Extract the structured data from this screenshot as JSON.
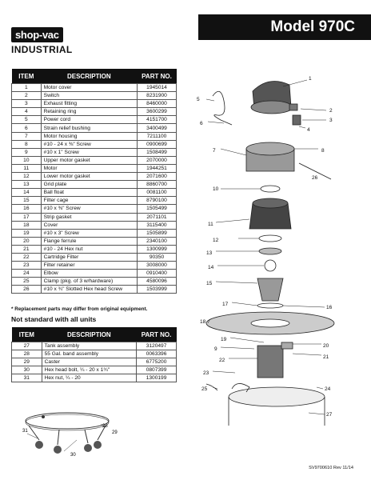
{
  "brand": {
    "logo": "shop-vac",
    "sub": "INDUSTRIAL"
  },
  "model_title": "Model 970C",
  "headers": {
    "item": "ITEM",
    "description": "DESCRIPTION",
    "part_no": "PART NO."
  },
  "parts": [
    {
      "item": "1",
      "desc": "Motor cover",
      "part": "1945014"
    },
    {
      "item": "2",
      "desc": "Switch",
      "part": "8231900"
    },
    {
      "item": "3",
      "desc": "Exhaust fitting",
      "part": "8460000"
    },
    {
      "item": "4",
      "desc": "Retaining ring",
      "part": "3600299"
    },
    {
      "item": "5",
      "desc": "Power cord",
      "part": "4151700"
    },
    {
      "item": "6",
      "desc": "Strain relief bushing",
      "part": "3400499"
    },
    {
      "item": "7",
      "desc": "Motor housing",
      "part": "7211100"
    },
    {
      "item": "8",
      "desc": "#10 - 24 x ⅜\" Screw",
      "part": "0900699"
    },
    {
      "item": "9",
      "desc": "#10 x 1\" Screw",
      "part": "1508499"
    },
    {
      "item": "10",
      "desc": "Upper motor gasket",
      "part": "2070000"
    },
    {
      "item": "11",
      "desc": "Motor",
      "part": "1944251"
    },
    {
      "item": "12",
      "desc": "Lower motor gasket",
      "part": "2071600"
    },
    {
      "item": "13",
      "desc": "Grid plate",
      "part": "8860700"
    },
    {
      "item": "14",
      "desc": "Ball float",
      "part": "0081100"
    },
    {
      "item": "15",
      "desc": "Filter cage",
      "part": "8790100"
    },
    {
      "item": "16",
      "desc": "#10 x ⅜\" Screw",
      "part": "1505499"
    },
    {
      "item": "17",
      "desc": "Strip gasket",
      "part": "2071101"
    },
    {
      "item": "18",
      "desc": "Cover",
      "part": "3115400"
    },
    {
      "item": "19",
      "desc": "#10 x 3\" Screw",
      "part": "1505899"
    },
    {
      "item": "20",
      "desc": "Flange ferrule",
      "part": "2340100"
    },
    {
      "item": "21",
      "desc": "#10 - 24 Hex nut",
      "part": "1300999"
    },
    {
      "item": "22",
      "desc": "Cartridge Filter",
      "part": "90350"
    },
    {
      "item": "23",
      "desc": "Filter retainer",
      "part": "3008000"
    },
    {
      "item": "24",
      "desc": "Elbow",
      "part": "0910400"
    },
    {
      "item": "25",
      "desc": "Clamp (pkg. of 3 w/hardware)",
      "part": "4580096"
    },
    {
      "item": "26",
      "desc": "#10 x ¾\" Slotted Hex head Screw",
      "part": "1503999"
    }
  ],
  "replacement_note": "* Replacement parts may differ from original equipment.",
  "not_standard_title": "Not standard with all units",
  "extras": [
    {
      "item": "27",
      "desc": "Tank assembly",
      "part": "3120497"
    },
    {
      "item": "28",
      "desc": "55 Gal. band assembly",
      "part": "0063396"
    },
    {
      "item": "29",
      "desc": "Caster",
      "part": "6775200"
    },
    {
      "item": "30",
      "desc": "Hex head bolt, ¼ - 20 x 1¾\"",
      "part": "0807399"
    },
    {
      "item": "31",
      "desc": "Hex nut, ¼ - 20",
      "part": "1300199"
    }
  ],
  "callouts": [
    "1",
    "2",
    "3",
    "4",
    "5",
    "6",
    "7",
    "8",
    "26",
    "10",
    "11",
    "12",
    "13",
    "14",
    "15",
    "17",
    "16",
    "18",
    "19",
    "20",
    "9",
    "21",
    "22",
    "23",
    "25",
    "24",
    "27"
  ],
  "dolly_callouts": [
    "31",
    "30",
    "28",
    "29"
  ],
  "footer": "SV9700610 Rev 11/14"
}
